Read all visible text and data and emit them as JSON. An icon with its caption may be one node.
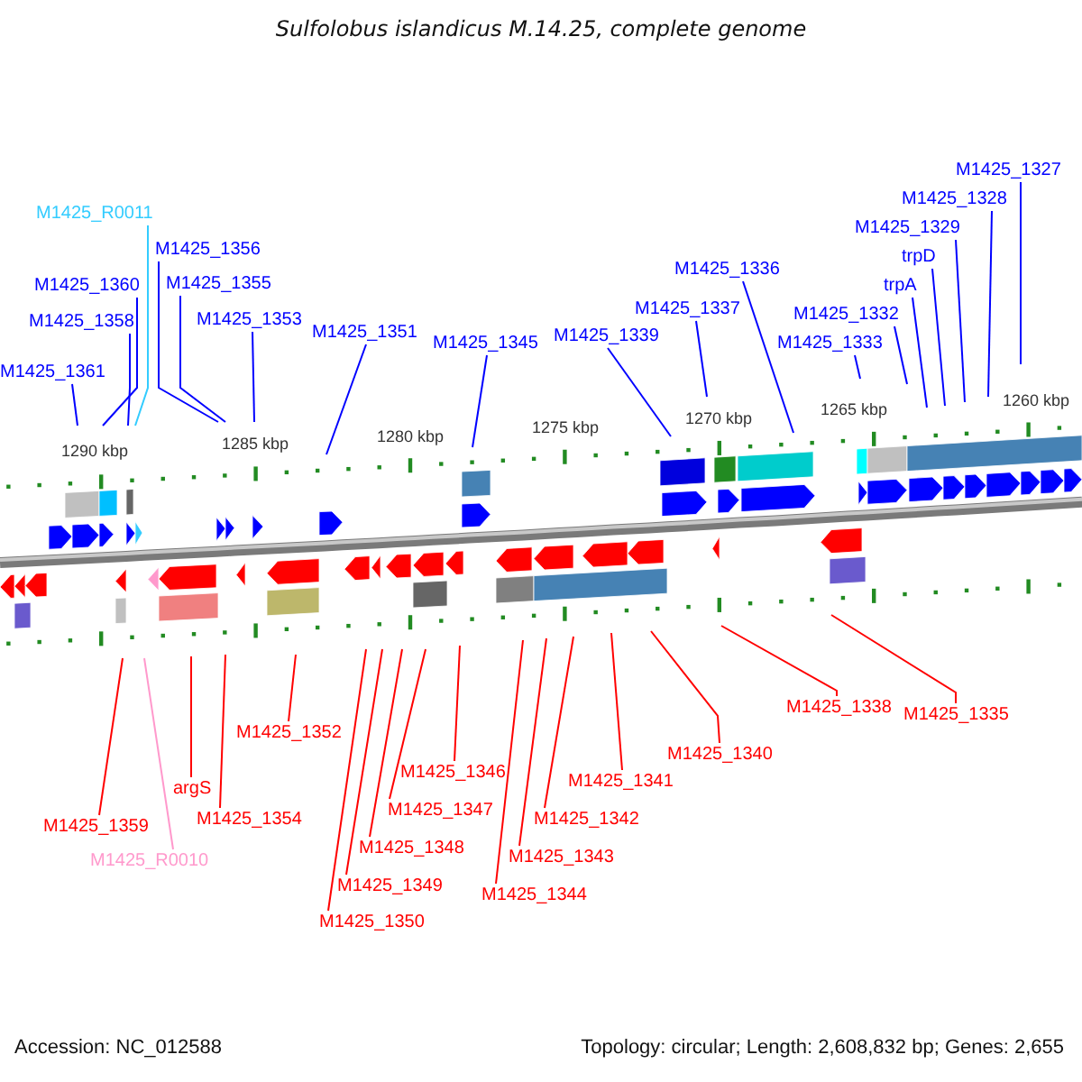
{
  "diagram": {
    "title": "Sulfolobus islandicus M.14.25, complete genome",
    "nodes": [
      {
        "text": [
          "M1425_1332"
        ]
      },
      {
        "text": [
          "trpA"
        ]
      },
      {
        "text": [
          "M1425_1328"
        ]
      },
      {
        "text": [
          "M1425_R0011"
        ]
      },
      {
        "text": [
          "trpD"
        ]
      },
      {
        "text": [
          "M1425_1327"
        ]
      },
      {
        "text": [
          "M1425_1356"
        ]
      },
      {
        "text": [
          "M1425_1336"
        ]
      },
      {
        "text": [
          "M1425_1329"
        ]
      },
      {
        "text": [
          "M1425_1355"
        ]
      },
      {
        "text": [
          "M1425_1360"
        ]
      },
      {
        "text": [
          "M1425_1333"
        ]
      },
      {
        "text": [
          "M1425_1337"
        ]
      },
      {
        "text": [
          "M1425_1353"
        ]
      },
      {
        "text": [
          "M1425_1358"
        ]
      },
      {
        "text": [
          "M1425_1351"
        ]
      },
      {
        "text": [
          "M1425_1339"
        ]
      },
      {
        "text": [
          "M1425_1345"
        ]
      },
      {
        "text": [
          "M1425_1361"
        ]
      },
      {
        "text": [
          "M1425_1340"
        ]
      },
      {
        "text": [
          "M1425_1338"
        ]
      },
      {
        "text": [
          "M1425_1335"
        ]
      },
      {
        "text": [
          "M1425_1346"
        ]
      },
      {
        "text": [
          "M1425_1341"
        ]
      },
      {
        "text": [
          "M1425_1352"
        ]
      },
      {
        "text": [
          "argS"
        ]
      },
      {
        "text": [
          "M1425_1347"
        ]
      },
      {
        "text": [
          "M1425_1354"
        ]
      },
      {
        "text": [
          "M1425_1342"
        ]
      },
      {
        "text": [
          "M1425_1359"
        ]
      },
      {
        "text": [
          "M1425_1348"
        ]
      },
      {
        "text": [
          "M1425_1343"
        ]
      },
      {
        "text": [
          "M1425_R0010"
        ]
      },
      {
        "text": [
          "M1425_1349"
        ]
      },
      {
        "text": [
          "M1425_1344"
        ]
      },
      {
        "text": [
          "M1425_1350"
        ]
      }
    ],
    "edges": [
      {
        "from": 0,
        "to": null,
        "arrow": "none"
      },
      {
        "from": 1,
        "to": null,
        "arrow": "none"
      },
      {
        "from": 2,
        "to": null,
        "arrow": "none"
      },
      {
        "from": 3,
        "to": null,
        "arrow": "none",
        "color": "#33ccff"
      },
      {
        "from": 4,
        "to": null,
        "arrow": "none"
      },
      {
        "from": 5,
        "to": null,
        "arrow": "none"
      },
      {
        "from": 6,
        "to": null,
        "arrow": "none"
      },
      {
        "from": 7,
        "to": null,
        "arrow": "none"
      },
      {
        "from": 8,
        "to": null,
        "arrow": "none"
      },
      {
        "from": 9,
        "to": null,
        "arrow": "none"
      },
      {
        "from": 10,
        "to": null,
        "arrow": "none"
      },
      {
        "from": 11,
        "to": null,
        "arrow": "none"
      },
      {
        "from": 12,
        "to": null,
        "arrow": "none"
      },
      {
        "from": 13,
        "to": null,
        "arrow": "none"
      },
      {
        "from": 14,
        "to": null,
        "arrow": "none"
      },
      {
        "from": 15,
        "to": null,
        "arrow": "none"
      },
      {
        "from": 16,
        "to": null,
        "arrow": "none"
      },
      {
        "from": 17,
        "to": null,
        "arrow": "none"
      },
      {
        "from": 18,
        "to": null,
        "arrow": "none"
      },
      {
        "from": 19,
        "to": null,
        "arrow": "none",
        "color": "#ff0000"
      },
      {
        "from": 20,
        "to": null,
        "arrow": "none",
        "color": "#ff0000"
      },
      {
        "from": 21,
        "to": null,
        "arrow": "none",
        "color": "#ff0000"
      },
      {
        "from": 22,
        "to": null,
        "arrow": "none",
        "color": "#ff0000"
      },
      {
        "from": 23,
        "to": null,
        "arrow": "none",
        "color": "#ff0000"
      },
      {
        "from": 24,
        "to": null,
        "arrow": "none",
        "color": "#ff0000"
      },
      {
        "from": 25,
        "to": null,
        "arrow": "none",
        "color": "#ff0000"
      },
      {
        "from": 26,
        "to": null,
        "arrow": "none",
        "color": "#ff0000"
      },
      {
        "from": 27,
        "to": null,
        "arrow": "none",
        "color": "#ff0000"
      },
      {
        "from": 28,
        "to": null,
        "arrow": "none",
        "color": "#ff0000"
      },
      {
        "from": 29,
        "to": null,
        "arrow": "none",
        "color": "#ff0000"
      },
      {
        "from": 30,
        "to": null,
        "arrow": "none",
        "color": "#ff0000"
      },
      {
        "from": 31,
        "to": null,
        "arrow": "none",
        "color": "#ff0000"
      },
      {
        "from": 32,
        "to": null,
        "arrow": "none",
        "color": "#ff99cc"
      },
      {
        "from": 33,
        "to": null,
        "arrow": "none",
        "color": "#ff0000"
      },
      {
        "from": 34,
        "to": null,
        "arrow": "none",
        "color": "#ff0000"
      },
      {
        "from": 35,
        "to": null,
        "arrow": "none",
        "color": "#ff0000"
      }
    ],
    "labels": [
      "1290 kbp",
      "1285 kbp",
      "1280 kbp",
      "1275 kbp",
      "1270 kbp",
      "1265 kbp",
      "1260 kbp",
      "Accession: NC_012588",
      "Topology: circular; Length: 2,608,832 bp; Genes: 2,655"
    ]
  }
}
